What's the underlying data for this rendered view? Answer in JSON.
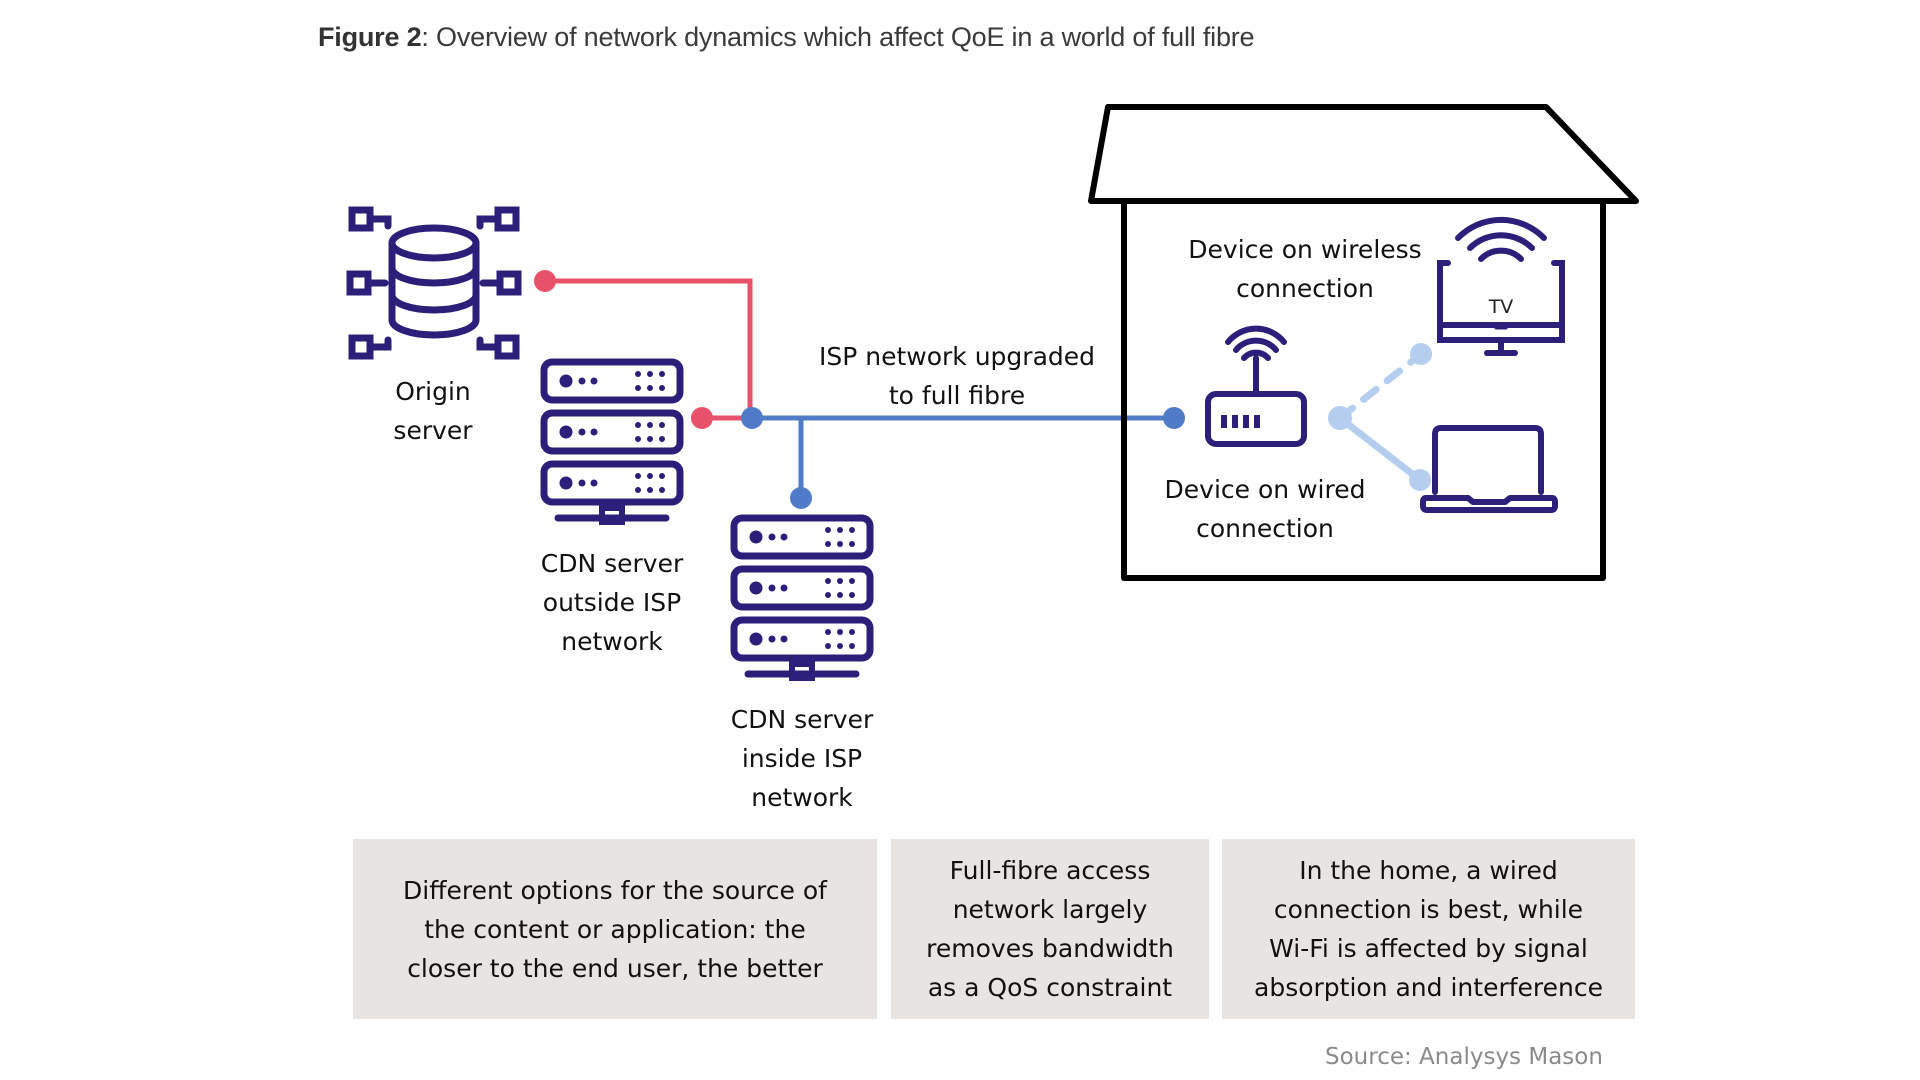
{
  "figure": {
    "title_bold": "Figure 2",
    "title_rest": ": Overview of network dynamics which affect QoE in a world of full fibre"
  },
  "colors": {
    "icon_navy": "#2b1f7a",
    "origin_link_red": "#e8516a",
    "isp_link_blue": "#4f7bc8",
    "home_link_lightblue": "#b5cef0",
    "house_outline": "#000000",
    "caption_box_bg": "#e7e4e2"
  },
  "nodes": {
    "origin_server": {
      "label_line1": "Origin",
      "label_line2": "server",
      "icon": "database-network-icon"
    },
    "cdn_outside": {
      "label_line1": "CDN server",
      "label_line2": "outside ISP",
      "label_line3": "network",
      "icon": "server-rack-icon"
    },
    "cdn_inside": {
      "label_line1": "CDN server",
      "label_line2": "inside ISP",
      "label_line3": "network",
      "icon": "server-rack-icon"
    },
    "isp_network": {
      "label_line1": "ISP network upgraded",
      "label_line2": "to full fibre"
    },
    "wireless_device": {
      "label_line1": "Device on wireless",
      "label_line2": "connection",
      "icon": "wifi-tv-icon",
      "tv_text": "TV"
    },
    "wired_device": {
      "label_line1": "Device on wired",
      "label_line2": "connection",
      "icon": "laptop-icon"
    },
    "router": {
      "icon": "wifi-router-icon"
    },
    "home": {
      "icon": "house-outline"
    }
  },
  "connections": [
    {
      "from": "origin_server",
      "to": "isp_network",
      "style": "solid",
      "color": "red"
    },
    {
      "from": "cdn_outside",
      "to": "isp_network",
      "style": "solid",
      "color": "red"
    },
    {
      "from": "cdn_inside",
      "to": "isp_network",
      "style": "solid",
      "color": "blue"
    },
    {
      "from": "isp_network",
      "to": "router",
      "style": "solid",
      "color": "blue"
    },
    {
      "from": "router",
      "to": "wireless_device",
      "style": "dashed",
      "color": "lightblue"
    },
    {
      "from": "router",
      "to": "wired_device",
      "style": "solid",
      "color": "lightblue"
    }
  ],
  "captions": [
    {
      "text": "Different options for the source of\nthe content or application: the\ncloser to the end user, the better"
    },
    {
      "text": "Full-fibre access\nnetwork largely\nremoves bandwidth\nas a QoS constraint"
    },
    {
      "text": "In the home, a wired\nconnection is best, while\nWi-Fi is affected by signal\nabsorption and interference"
    }
  ],
  "source": "Source: Analysys Mason"
}
